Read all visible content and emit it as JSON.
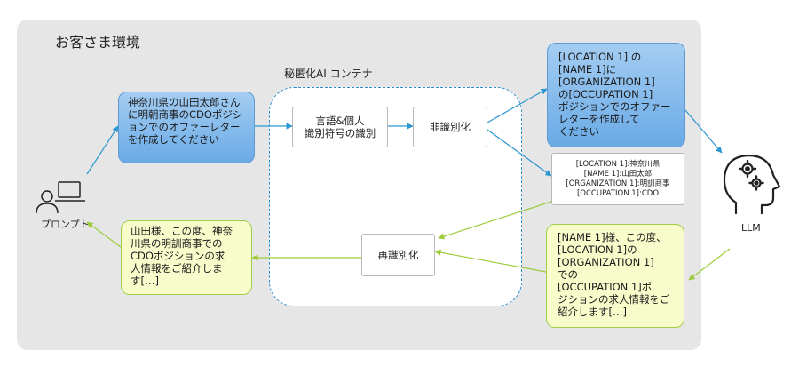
{
  "environment": {
    "title": "お客さま環境"
  },
  "container": {
    "title": "秘匿化AI コンテナ"
  },
  "user": {
    "label": "プロンプト"
  },
  "llm": {
    "label": "LLM"
  },
  "prompt_original": {
    "text": "神奈川県の山田太郎さんに明朝商事のCDOポジションでのオファーレターを作成してください"
  },
  "process": {
    "identify": "言語&個人\n識別符号の識別",
    "deidentify": "非識別化",
    "reidentify": "再識別化"
  },
  "prompt_masked": {
    "text": "[LOCATION 1] の\n[NAME 1]に\n[ORGANIZATION 1]\nの[OCCUPATION 1]\nポジションでのオファー\nレターを作成して\nください"
  },
  "mapping_table": {
    "text": "[LOCATION 1]:神奈川県\n[NAME 1]:山田太郎\n[ORGANIZATION 1]:明訓商事\n[OCCUPATION 1]:CDO"
  },
  "response_masked": {
    "text": "[NAME 1]様、この度、\n[LOCATION 1]の\n[ORGANIZATION 1]\nでの\n[OCCUPATION 1]ポ\nジションの求人情報をご\n紹介します[…]"
  },
  "response_final": {
    "text": "山田様、この度、神奈\n川県の明訓商事での\nCDOポジションの求\n人情報をご紹介しま\nす[…]"
  },
  "colors": {
    "blue_fill": "#7fb7ec",
    "yellow_fill": "#f8fccb",
    "blue_arrow": "#2b97d1",
    "green_arrow": "#9ccc3c",
    "env_bg": "#e6e6e6"
  }
}
